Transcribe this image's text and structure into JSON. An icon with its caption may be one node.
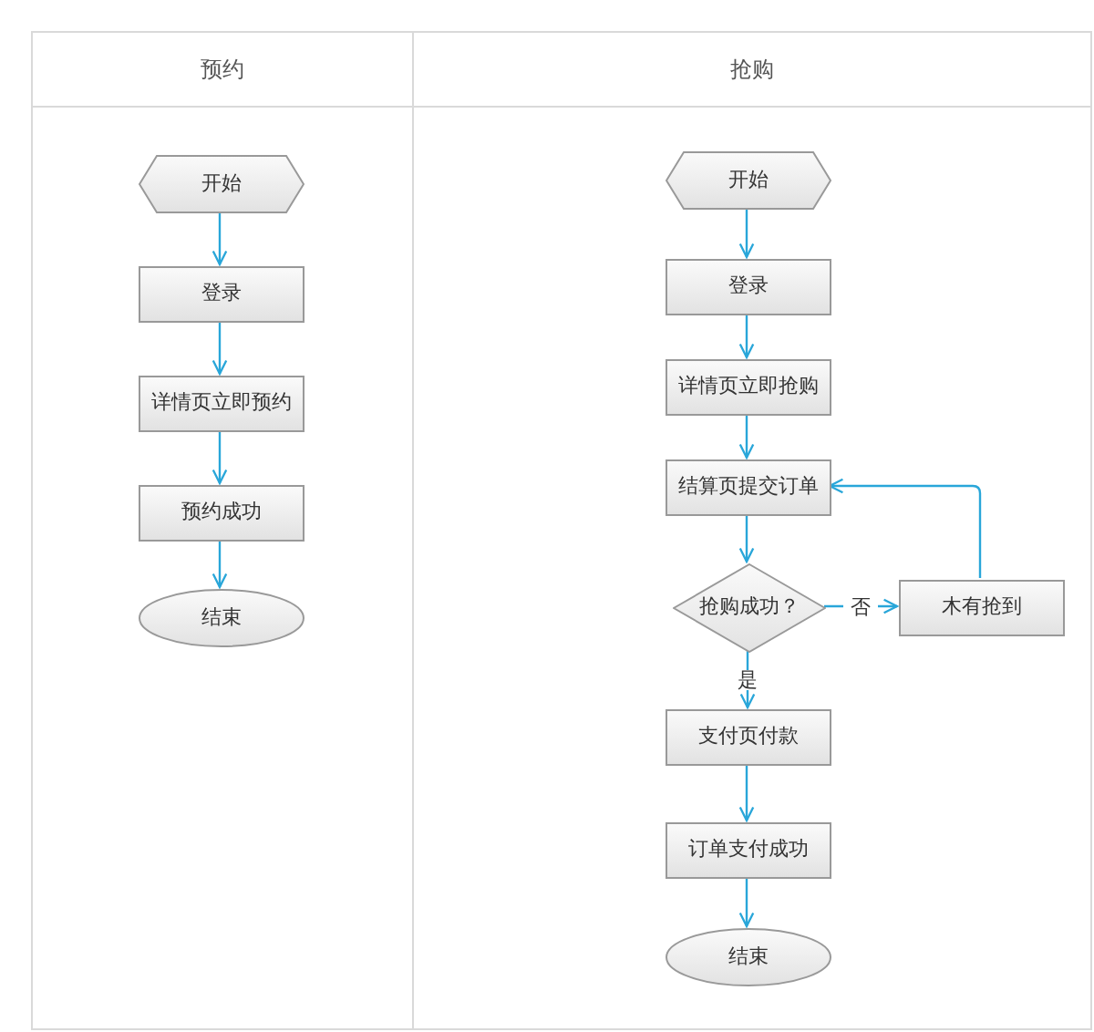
{
  "diagram": {
    "nodes": [
      {
        "text": [
          "预约"
        ]
      },
      {
        "text": [
          "抢购"
        ]
      },
      {
        "text": [
          "开始"
        ],
        "in": 0
      },
      {
        "text": [
          "登录"
        ],
        "in": 0
      },
      {
        "text": [
          "详情页立即预约"
        ],
        "in": 0
      },
      {
        "text": [
          "预约成功"
        ],
        "in": 0
      },
      {
        "text": [
          "结束"
        ],
        "in": 0
      },
      {
        "text": [
          "开始"
        ],
        "in": 1
      },
      {
        "text": [
          "登录"
        ],
        "in": 1
      },
      {
        "text": [
          "详情页立即抢购"
        ],
        "in": 1
      },
      {
        "text": [
          "结算页提交订单"
        ],
        "in": 1
      },
      {
        "text": [
          "抢购成功？"
        ],
        "in": 1
      },
      {
        "text": [
          "木有抢到"
        ],
        "in": 1
      },
      {
        "text": [
          "支付页付款"
        ],
        "in": 1
      },
      {
        "text": [
          "订单支付成功"
        ],
        "in": 1
      },
      {
        "text": [
          "结束"
        ],
        "in": 1
      }
    ],
    "edges": [
      {
        "from": 2,
        "to": 3,
        "arrow": "to"
      },
      {
        "from": 3,
        "to": 4,
        "arrow": "to"
      },
      {
        "from": 4,
        "to": 5,
        "arrow": "to"
      },
      {
        "from": 5,
        "to": 6,
        "arrow": "to"
      },
      {
        "from": 7,
        "to": 8,
        "arrow": "to"
      },
      {
        "from": 8,
        "to": 9,
        "arrow": "to"
      },
      {
        "from": 9,
        "to": 10,
        "arrow": "to"
      },
      {
        "from": 10,
        "to": 11,
        "arrow": "to"
      },
      {
        "from": 11,
        "to": 12,
        "arrow": "to",
        "label": "否"
      },
      {
        "from": 12,
        "to": 10,
        "arrow": "to"
      },
      {
        "from": 11,
        "to": 13,
        "arrow": "to",
        "label": "是"
      },
      {
        "from": 13,
        "to": 14,
        "arrow": "to"
      },
      {
        "from": 14,
        "to": 15,
        "arrow": "to"
      }
    ]
  }
}
